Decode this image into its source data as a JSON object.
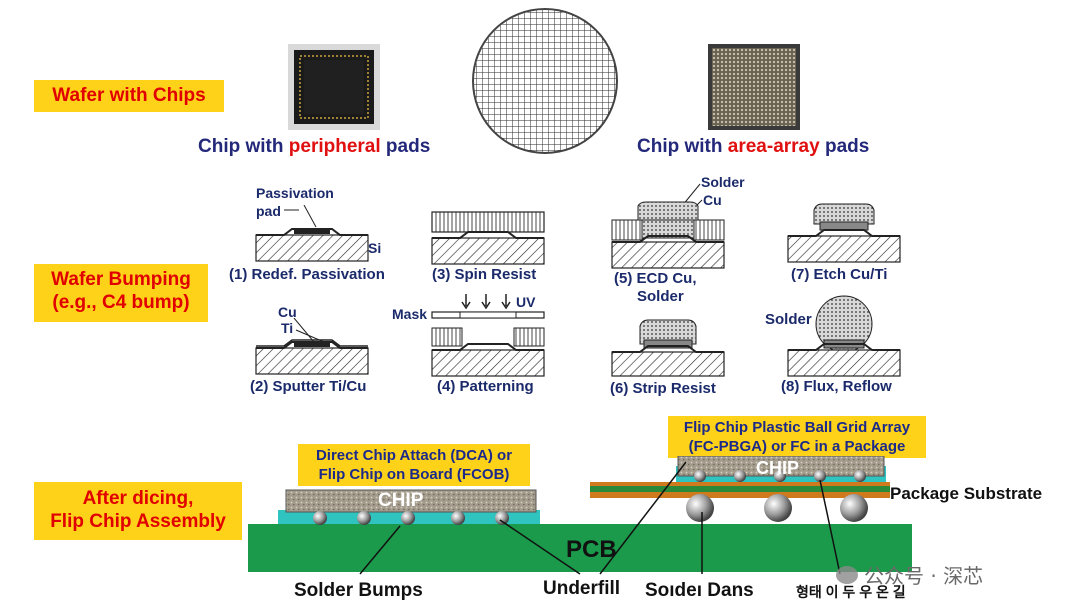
{
  "labels": {
    "wafer_with_chips": "Wafer with Chips",
    "chip_peripheral_prefix": "Chip with ",
    "chip_peripheral_emph": "peripheral",
    "chip_peripheral_suffix": " pads",
    "chip_area_prefix": "Chip with ",
    "chip_area_emph": "area-array",
    "chip_area_suffix": " pads",
    "wafer_bumping_line1": "Wafer Bumping",
    "wafer_bumping_line2": "(e.g., C4 bump)",
    "after_dicing_line1": "After dicing,",
    "after_dicing_line2": "Flip Chip Assembly"
  },
  "steps": {
    "s1": "(1) Redef.  Passivation",
    "s2": "(2) Sputter Ti/Cu",
    "s3": "(3) Spin Resist",
    "s4": "(4) Patterning",
    "s5a": "(5) ECD Cu,",
    "s5b": "Solder",
    "s6": "(6) Strip Resist",
    "s7": "(7) Etch Cu/Ti",
    "s8": "(8) Flux, Reflow"
  },
  "callouts": {
    "passivation": "Passivation",
    "pad": "pad",
    "si": "Si",
    "cu": "Cu",
    "ti": "Ti",
    "mask": "Mask",
    "uv": "UV",
    "solder_top": "Solder",
    "cu_top": "Cu",
    "solder_8": "Solder"
  },
  "assembly": {
    "dca_line1": "Direct Chip Attach (DCA) or",
    "dca_line2": "Flip Chip on Board (FCOB)",
    "fcpbga_line1": "Flip Chip Plastic Ball Grid Array",
    "fcpbga_line2": "(FC-PBGA) or FC in a Package",
    "chip_left": "CHIP",
    "chip_right": "CHIP",
    "package_substrate": "Package Substrate",
    "pcb": "PCB",
    "solder_bumps": "Solder Bumps",
    "underfill": "Underfill",
    "solder_balls_garbled": "Sоıdeı Dans",
    "garbled_bottom_right": "형태 이 두 우 온 길"
  },
  "watermark": "公众号 · 深芯",
  "colors": {
    "yellow": "#ffd21a",
    "red_text": "#e00000",
    "navy": "#23287a",
    "pcb_green": "#1a9a4a",
    "underfill_teal": "#2fc4c0",
    "chip_gray": "#a09a8e"
  }
}
